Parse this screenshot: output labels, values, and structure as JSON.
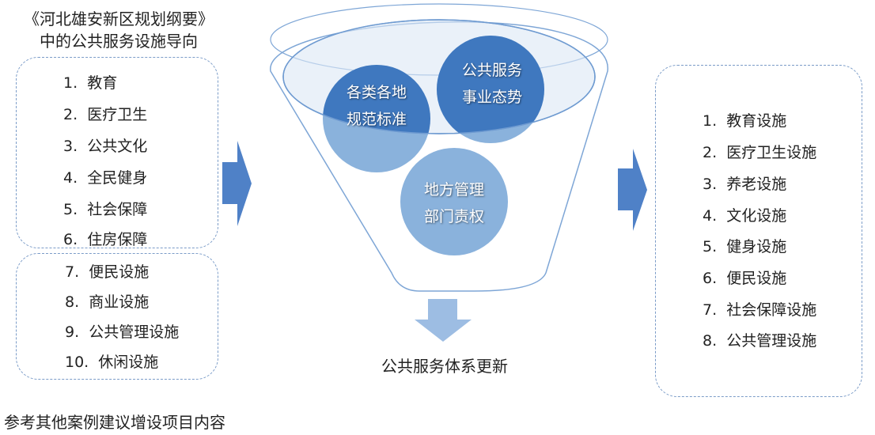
{
  "left": {
    "title_line1": "《河北雄安新区规划纲要》",
    "title_line2": "中的公共服务设施导向",
    "group1": [
      "1.  教育",
      "2.  医疗卫生",
      "3.  公共文化",
      "4.  全民健身",
      "5.  社会保障",
      "6.  住房保障"
    ],
    "group2": [
      "7.  便民设施",
      "8.  商业设施",
      "9.  公共管理设施",
      "10.  休闲设施"
    ],
    "footer": "参考其他案例建议增设项目内容"
  },
  "funnel": {
    "circle1": [
      "各类各地",
      "规范标准"
    ],
    "circle2": [
      "公共服务",
      "事业态势"
    ],
    "circle3": [
      "地方管理",
      "部门责权"
    ],
    "output_label": "公共服务体系更新"
  },
  "right": {
    "items": [
      "1.  教育设施",
      "2.  医疗卫生设施",
      "3.  养老设施",
      "4.  文化设施",
      "5.  健身设施",
      "6.  便民设施",
      "7.  社会保障设施",
      "8.  公共管理设施"
    ]
  },
  "colors": {
    "arrow": "#4f81c7",
    "circle_dark": "#3f78bf",
    "circle_light": "#8ab2dc",
    "funnel_line": "#7ea6d6"
  }
}
